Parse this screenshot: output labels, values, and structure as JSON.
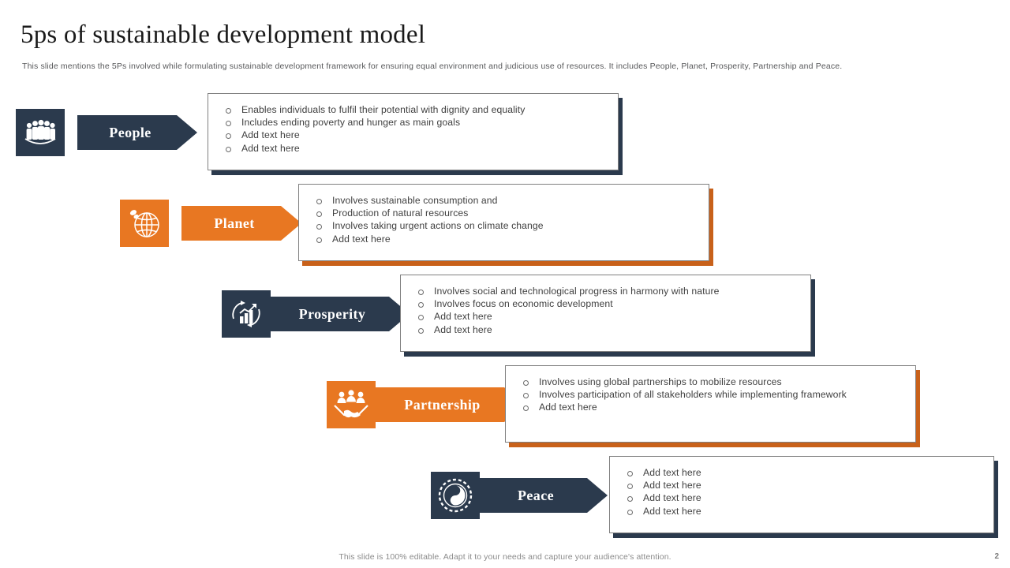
{
  "header": {
    "title": "5ps of sustainable development model",
    "subtitle": "This slide mentions the 5Ps involved while formulating sustainable development framework for ensuring equal environment and judicious use of resources. It includes People, Planet, Prosperity, Partnership and Peace."
  },
  "colors": {
    "navy": "#2b3a4d",
    "orange": "#e87722",
    "box_border": "#808080",
    "body_text": "#404040",
    "subtitle_text": "#58595b"
  },
  "rows": [
    {
      "id": "people",
      "label": "People",
      "color": "#2b3a4d",
      "icon": "people-group-icon",
      "bullets": [
        "Enables individuals  to fulfil their potential with dignity and equality",
        "Includes  ending poverty  and hunger  as main goals",
        "Add text here",
        "Add text here"
      ]
    },
    {
      "id": "planet",
      "label": "Planet",
      "color": "#e87722",
      "icon": "globe-butterfly-icon",
      "bullets": [
        "Involves  sustainable consumption  and",
        "Production of natural  resources",
        "Involves  taking urgent  actions on climate change",
        "Add text here"
      ]
    },
    {
      "id": "prosperity",
      "label": "Prosperity",
      "color": "#2b3a4d",
      "icon": "growth-chart-icon",
      "bullets": [
        "Involves  social and technological progress in harmony with  nature",
        "Involves  focus on economic development",
        "Add text here",
        "Add text here"
      ]
    },
    {
      "id": "partnership",
      "label": "Partnership",
      "color": "#e87722",
      "icon": "handshake-people-icon",
      "bullets": [
        "Involves  using global partnerships to mobilize resources",
        "Involves  participation of all stakeholders while implementing  framework",
        "Add text here"
      ]
    },
    {
      "id": "peace",
      "label": "Peace",
      "color": "#2b3a4d",
      "icon": "yin-yang-icon",
      "bullets": [
        "Add text here",
        "Add text here",
        "Add text here",
        "Add text here"
      ]
    }
  ],
  "footer": {
    "note": "This slide is 100% editable. Adapt it to your needs and capture your audience's attention.",
    "page_number": "2"
  }
}
